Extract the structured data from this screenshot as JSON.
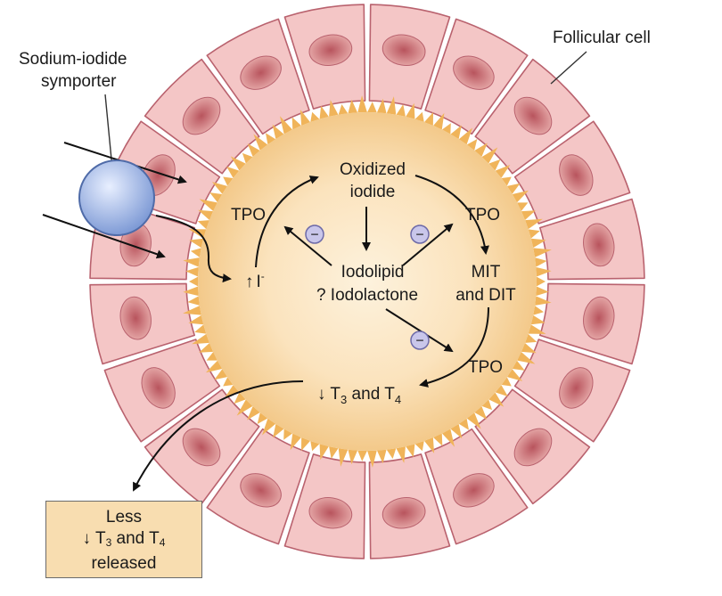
{
  "colors": {
    "cell_fill": "#f4c6c6",
    "cell_stroke": "#b9626e",
    "nucleus_fill": "#d98e8e",
    "nucleus_core": "#b8545d",
    "lumen_center": "#fdf2dd",
    "lumen_edge": "#f3c98a",
    "spike": "#f0b45a",
    "symporter": "#9fb8e8",
    "inhibit_badge": "#c9c6ea",
    "box_fill": "#f8ddb0"
  },
  "labels": {
    "follicular_cell": "Follicular cell",
    "symporter_line1": "Sodium-iodide",
    "symporter_line2": "symporter",
    "oxidized_line1": "Oxidized",
    "oxidized_line2": "iodide",
    "tpo_left": "TPO",
    "tpo_right": "TPO",
    "tpo_bottom": "TPO",
    "iodide_arrow": "↑",
    "iodide_symbol": "I",
    "iodide_charge": "-",
    "iodolipid": "Iodolipid",
    "iodolactone": "? Iodolactone",
    "mit": "MIT",
    "and_dit": "and DIT",
    "t3t4_prefix": "↓ T",
    "t3_sub": "3",
    "t3t4_and": " and T",
    "t4_sub": "4",
    "inhibit_symbol": "−"
  },
  "box": {
    "line1": "Less",
    "line2_prefix": "↓ T",
    "line2_sub1": "3",
    "line2_mid": " and T",
    "line2_sub2": "4",
    "line3": "released"
  }
}
